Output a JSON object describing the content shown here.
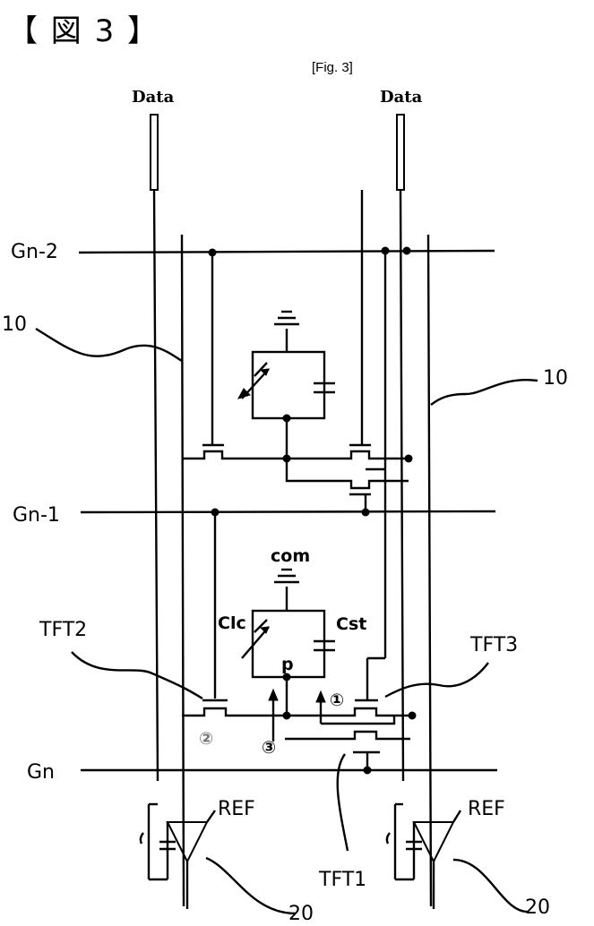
{
  "header": {
    "title": "【 図 3 】"
  },
  "figure": {
    "label": "[Fig. 3]"
  },
  "labels": {
    "data_left": "Data",
    "data_right": "Data",
    "gate_n2": "Gn-2",
    "gate_n1": "Gn-1",
    "gate_n": "Gn",
    "ref_left": "REF",
    "ref_right": "REF",
    "line_left": "10",
    "line_right": "10",
    "amp_left": "20",
    "amp_right": "20",
    "tft1": "TFT1",
    "tft2": "TFT2",
    "tft3": "TFT3",
    "com": "com",
    "clc": "Clc",
    "cst": "Cst",
    "p": "p",
    "node1": "①",
    "node2": "②",
    "node3": "③"
  }
}
